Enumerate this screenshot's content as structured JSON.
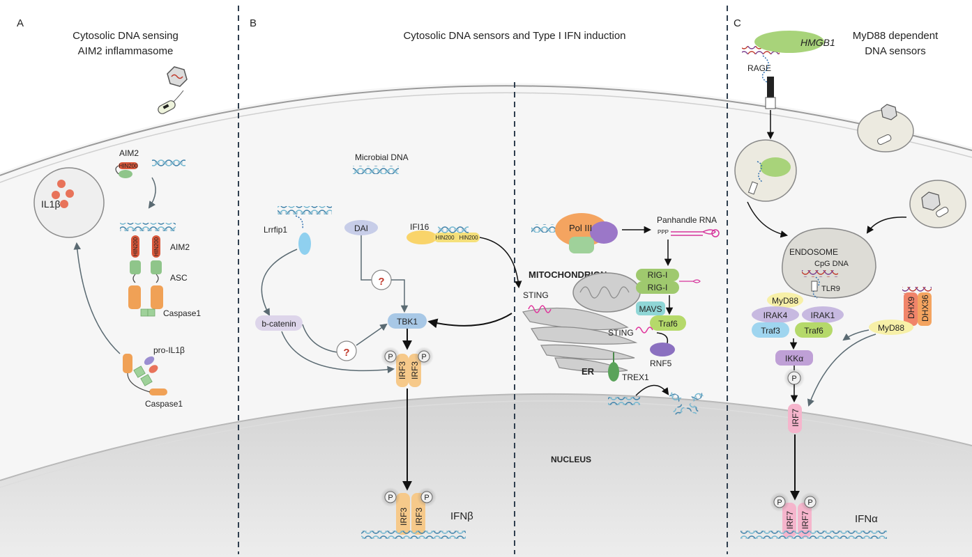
{
  "panels": {
    "a": {
      "letter": "A",
      "title_line1": "Cytosolic DNA sensing",
      "title_line2": "AIM2 inflammasome"
    },
    "b": {
      "letter": "B",
      "title": "Cytosolic DNA sensors and Type I IFN induction"
    },
    "c": {
      "letter": "C",
      "title_line1": "MyD88 dependent",
      "title_line2": "DNA sensors"
    }
  },
  "labels": {
    "il1b": "IL1β",
    "aim2_top": "AIM2",
    "hin200": "HIN200",
    "aim2": "AIM2",
    "asc": "ASC",
    "caspase1_a": "Caspase1",
    "pro_il1b": "pro-IL1β",
    "caspase1_b": "Caspase1",
    "microbial_dna": "Microbial DNA",
    "lrrfip1": "Lrrfip1",
    "dai": "DAI",
    "ifi16": "IFI16",
    "question": "?",
    "b_catenin": "b-catenin",
    "tbk1": "TBK1",
    "p": "P",
    "irf3": "IRF3",
    "ifnb": "IFNβ",
    "pol3": "Pol III",
    "panhandle": "Panhandle RNA",
    "ppp": "PPP",
    "mitochondrion": "MITOCHONDRION",
    "rigi": "RIG-I",
    "sting": "STING",
    "mavs": "MAVS",
    "traf6": "Traf6",
    "rnf5": "RNF5",
    "er": "ER",
    "trex1": "TREX1",
    "nucleus": "NUCLEUS",
    "hmgb1": "HMGB1",
    "rage": "RAGE",
    "endosome": "ENDOSOME",
    "cpg": "CpG DNA",
    "tlr9": "TLR9",
    "myd88": "MyD88",
    "irak4": "IRAK4",
    "irak1": "IRAK1",
    "traf3": "Traf3",
    "dhx9": "DHX9",
    "dhx36": "DHX36",
    "ikka": "IKKα",
    "irf7": "IRF7",
    "ifna": "IFNα"
  },
  "colors": {
    "aim2": "#d9573a",
    "asc": "#8fc58a",
    "caspase": "#f0a156",
    "irf3": "#f6c98a",
    "tbk1": "#a8c8e6",
    "pol3": "#f4a460",
    "rigi": "#9fc96e",
    "mavs": "#8fd6d6",
    "traf6": "#b5d96a",
    "rnf5": "#8b70c0",
    "sting": "#e0339b",
    "irf7": "#f5b5cc",
    "ikka": "#bfa0d6",
    "traf3": "#9fd5ef",
    "myd88": "#f7f0a8",
    "irak": "#c7b9e0",
    "hmgb1": "#a8d37a",
    "dna": "#3b7fa8",
    "divider": "#2f3e4e"
  }
}
